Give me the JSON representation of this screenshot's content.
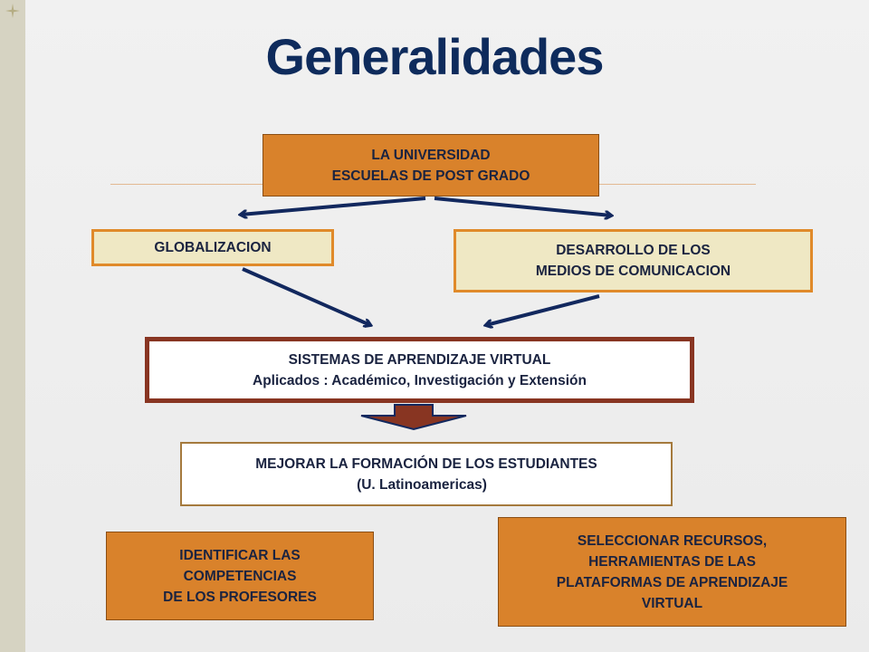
{
  "title": "Generalidades",
  "colors": {
    "title": "#0e2b5c",
    "arrow": "#12285e",
    "orange_box": "#d9822b",
    "beige_box": "#efe8c4",
    "red_border": "#883522",
    "side_band": "#d6d3c2"
  },
  "boxes": {
    "universidad": {
      "line1": "LA UNIVERSIDAD",
      "line2": "ESCUELAS DE POST GRADO"
    },
    "globalizacion": {
      "line1": "GLOBALIZACION"
    },
    "desarrollo": {
      "line1": "DESARROLLO DE LOS",
      "line2": "MEDIOS DE COMUNICACION"
    },
    "sistemas": {
      "line1": "SISTEMAS DE APRENDIZAJE VIRTUAL",
      "line2": "Aplicados : Académico, Investigación y Extensión"
    },
    "mejorar": {
      "line1": "MEJORAR LA FORMACIÓN DE LOS ESTUDIANTES",
      "line2": "(U. Latinoamericas)"
    },
    "identificar": {
      "line1": "IDENTIFICAR LAS",
      "line2": "COMPETENCIAS",
      "line3": "DE LOS PROFESORES"
    },
    "seleccionar": {
      "line1": "SELECCIONAR RECURSOS,",
      "line2": "HERRAMIENTAS DE LAS",
      "line3": "PLATAFORMAS DE APRENDIZAJE",
      "line4": "VIRTUAL"
    }
  }
}
